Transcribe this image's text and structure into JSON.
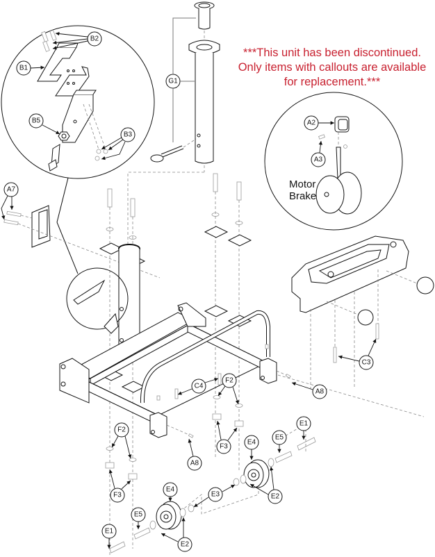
{
  "notice": {
    "lines": [
      "***This unit has been discontinued.",
      "Only items with callouts are available",
      "for replacement.***"
    ],
    "color": "#c8202f"
  },
  "labels": {
    "motor": "Motor",
    "brake": "Brake"
  },
  "callouts": {
    "b2": "B2",
    "b1": "B1",
    "b5": "B5",
    "b3": "B3",
    "g1": "G1",
    "a2": "A2",
    "a3": "A3",
    "a7": "A7",
    "c3": "C3",
    "c4": "C4",
    "f2a": "F2",
    "f2b": "F2",
    "f3a": "F3",
    "f3b": "F3",
    "a8a": "A8",
    "a8b": "A8",
    "e1a": "E1",
    "e1b": "E1",
    "e2a": "E2",
    "e2b": "E2",
    "e3": "E3",
    "e4a": "E4",
    "e4b": "E4",
    "e5a": "E5",
    "e5b": "E5"
  }
}
